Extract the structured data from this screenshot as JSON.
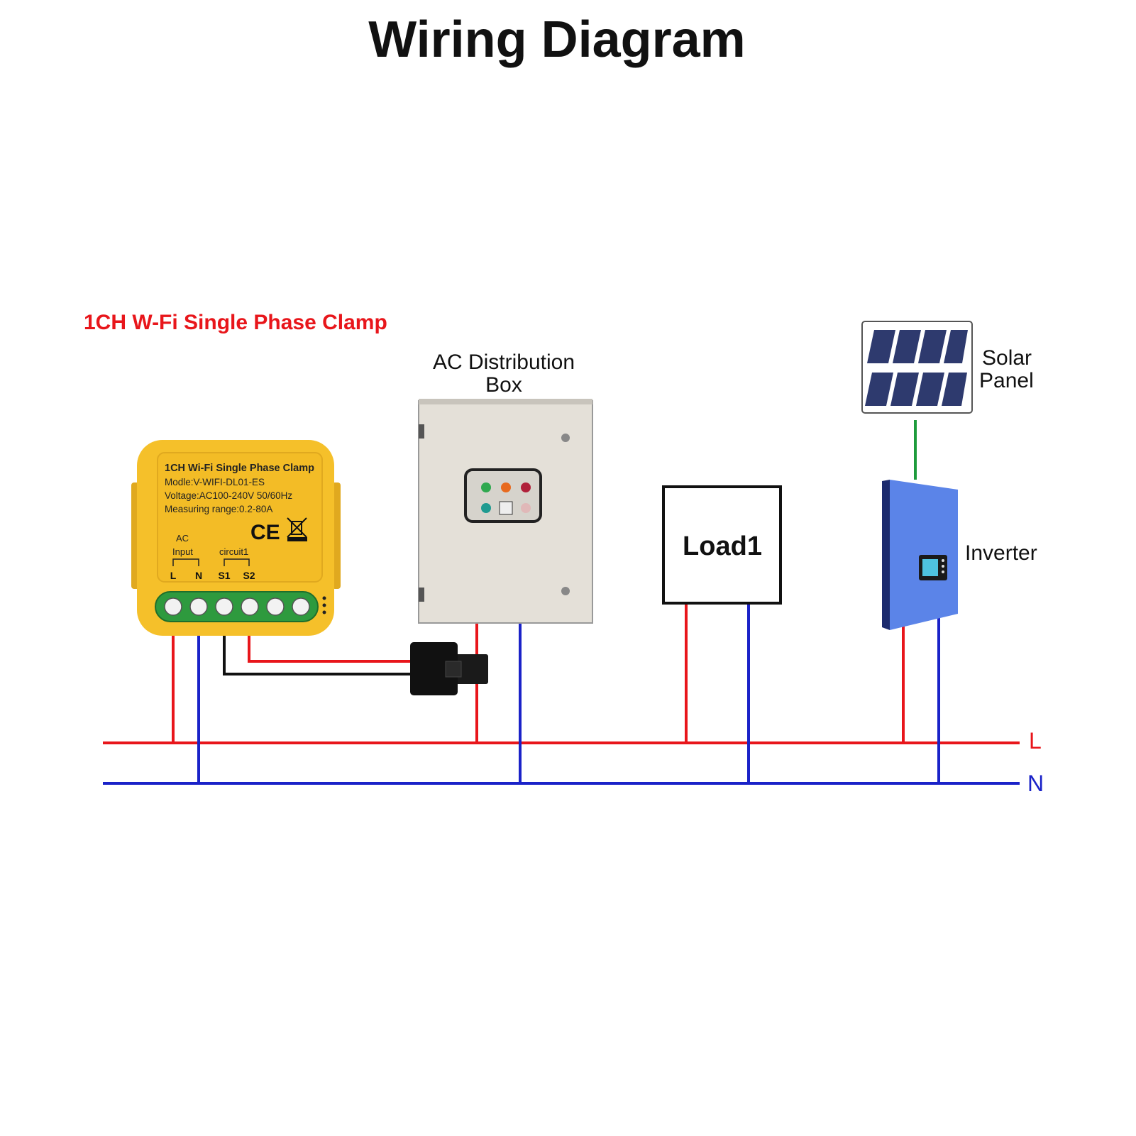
{
  "title": "Wiring Diagram",
  "device_heading": "1CH W-Fi Single Phase Clamp",
  "device": {
    "label_title": "1CH Wi-Fi Single Phase Clamp",
    "model": "Modle:V-WIFI-DL01-ES",
    "voltage": "Voltage:AC100-240V 50/60Hz",
    "range": "Measuring range:0.2-80A",
    "ce_mark": "CE",
    "ac_label": "AC",
    "input_label": "Input",
    "circuit_label": "circuit1",
    "terminals": [
      "L",
      "N",
      "S1",
      "S2"
    ]
  },
  "distribution_box": {
    "line1": "AC Distribution",
    "line2": "Box"
  },
  "load": "Load1",
  "solar": {
    "line1": "Solar",
    "line2": "Panel"
  },
  "inverter": "Inverter",
  "bus": {
    "live": "L",
    "neutral": "N"
  },
  "colors": {
    "live": "#e8161b",
    "neutral": "#1a22c8",
    "dc": "#1e9b3c",
    "device": "#f5c02a",
    "terminal": "#2e9a3e",
    "inverter": "#5b84e8"
  }
}
